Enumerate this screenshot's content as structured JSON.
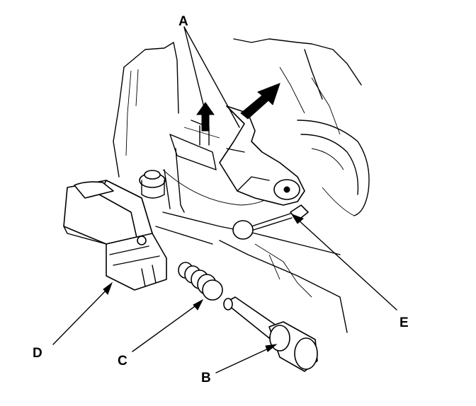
{
  "callouts": {
    "a": "A",
    "b": "B",
    "c": "C",
    "d": "D",
    "e": "E"
  },
  "colors": {
    "line": "#000000",
    "background": "#ffffff"
  }
}
